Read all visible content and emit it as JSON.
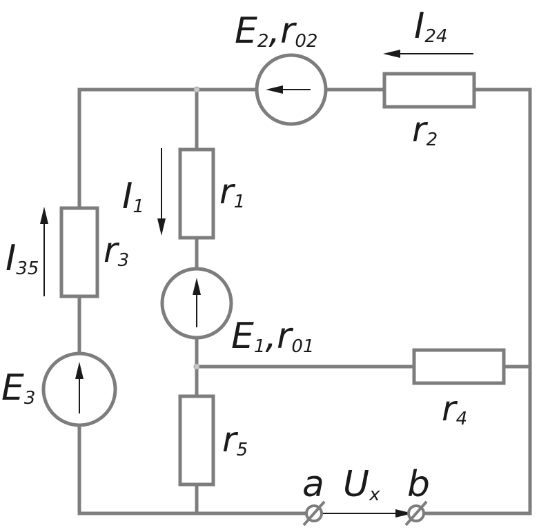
{
  "labels": {
    "e2": {
      "main": "E",
      "sub": "2",
      "sep": ",",
      "r": "r",
      "r_sub": "02"
    },
    "i24": {
      "main": "I",
      "sub": "24"
    },
    "r2": {
      "main": "r",
      "sub": "2"
    },
    "i1": {
      "main": "I",
      "sub": "1"
    },
    "r1": {
      "main": "r",
      "sub": "1"
    },
    "i35": {
      "main": "I",
      "sub": "35"
    },
    "r3": {
      "main": "r",
      "sub": "3"
    },
    "e1": {
      "main": "E",
      "sub": "1",
      "sep": ",",
      "r": "r",
      "r_sub": "01"
    },
    "e3": {
      "main": "E",
      "sub": "3"
    },
    "r4": {
      "main": "r",
      "sub": "4"
    },
    "r5": {
      "main": "r",
      "sub": "5"
    },
    "terminal_a": "a",
    "terminal_b": "b",
    "ux": {
      "main": "U",
      "sub": "x"
    }
  }
}
